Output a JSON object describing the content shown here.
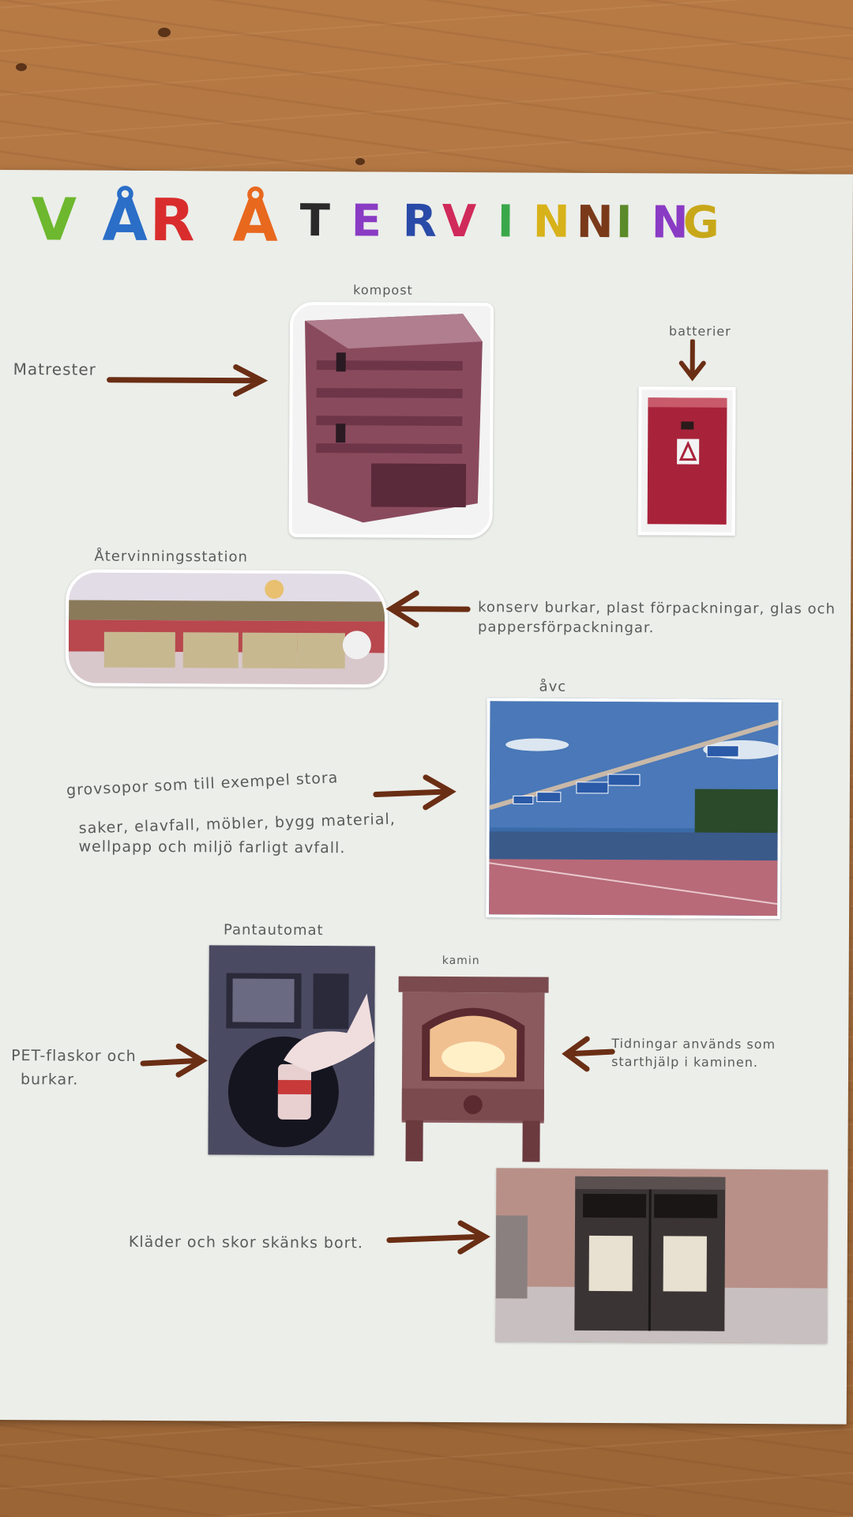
{
  "title": [
    "V",
    "Å",
    "R",
    "Å",
    "T",
    "E",
    "R",
    "V",
    "I",
    "N",
    "N",
    "I",
    "N",
    "G"
  ],
  "title_colors": [
    "#6db82e",
    "#2a6ec8",
    "#d92d2d",
    "#e8681e",
    "#2a2a2a",
    "#8a3bc4",
    "#2a4aa8",
    "#d02a5a",
    "#3aa84a",
    "#d8b21a",
    "#7a3a1a",
    "#5a8a2a",
    "#8a3bc4",
    "#c8a81a"
  ],
  "labels": {
    "kompost": "kompost",
    "batterier": "batterier",
    "matrester": "Matrester",
    "atervinningsstation": "Återvinningsstation",
    "konserv_line1": "konserv burkar, plast förpackningar, glas och",
    "konserv_line2": "pappersförpackningar.",
    "avc": "åvc",
    "grovsopor_line1": "grovsopor som till exempel stora",
    "grovsopor_line2": "saker, elavfall, möbler, bygg material,",
    "grovsopor_line3": "wellpapp och miljö farligt avfall.",
    "pantautomat": "Pantautomat",
    "kamin": "kamin",
    "pet_line1": "PET-flaskor och",
    "pet_line2": "burkar.",
    "tidningar_line1": "Tidningar används som",
    "tidningar_line2": "starthjälp i kaminen.",
    "klader": "Kläder och skor skänks bort."
  },
  "icons": {
    "arrow_color": "#6a2e14"
  }
}
